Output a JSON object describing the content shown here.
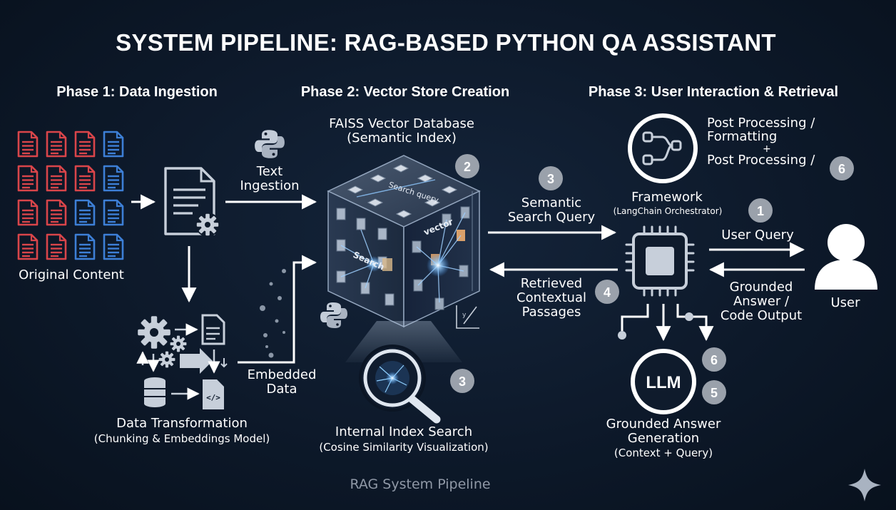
{
  "title": "SYSTEM PIPELINE: RAG-BASED PYTHON QA ASSISTANT",
  "phases": {
    "phase1": "Phase 1: Data Ingestion",
    "phase2": "Phase 2: Vector Store Creation",
    "phase3": "Phase 3: User Interaction & Retrieval"
  },
  "labels": {
    "original_content": "Original Content",
    "text_ingestion_1": "Text",
    "text_ingestion_2": "Ingestion",
    "embedded_data_1": "Embedded",
    "embedded_data_2": "Data",
    "data_transformation": "Data Transformation",
    "data_transformation_sub": "(Chunking & Embeddings Model)",
    "faiss_1": "FAISS Vector Database",
    "faiss_2": "(Semantic Index)",
    "cube_search_query": "Search query",
    "cube_vector": "vector",
    "cube_search": "Search",
    "internal_search": "Internal Index Search",
    "internal_search_sub": "(Cosine Similarity Visualization)",
    "semantic_query_1": "Semantic",
    "semantic_query_2": "Search Query",
    "retrieved_1": "Retrieved",
    "retrieved_2": "Contextual",
    "retrieved_3": "Passages",
    "post_processing_1": "Post Processing /",
    "post_processing_2": "Formatting",
    "post_processing_plus": "+",
    "post_processing_3": "Post Processing /",
    "framework": "Framework",
    "framework_sub": "(LangChain Orchestrator)",
    "user_query": "User Query",
    "grounded_1": "Grounded",
    "grounded_2": "Answer /",
    "grounded_3": "Code Output",
    "user": "User",
    "llm": "LLM",
    "generation_1": "Grounded Answer",
    "generation_2": "Generation",
    "generation_sub": "(Context + Query)"
  },
  "steps": {
    "faiss": "2",
    "semantic_query": "3",
    "internal_search": "3",
    "retrieved": "4",
    "framework": "1",
    "post_processing": "6",
    "llm_top": "6",
    "llm_bottom": "5"
  },
  "caption": "RAG System Pipeline",
  "icons": {
    "documents": "document-grid-icon",
    "transform": "gear-pipeline-icon",
    "python": "python-logo-icon",
    "cube": "vector-cube-icon",
    "magnifier": "magnifier-icon",
    "workflow": "workflow-icon",
    "chip": "cpu-chip-icon",
    "user": "user-icon",
    "sparkle": "sparkle-icon"
  },
  "colors": {
    "background": "#0d192a",
    "red_doc": "#d9454a",
    "blue_doc": "#3d7fd6",
    "badge": "#9aa1ab",
    "caption": "#8f98a6"
  }
}
